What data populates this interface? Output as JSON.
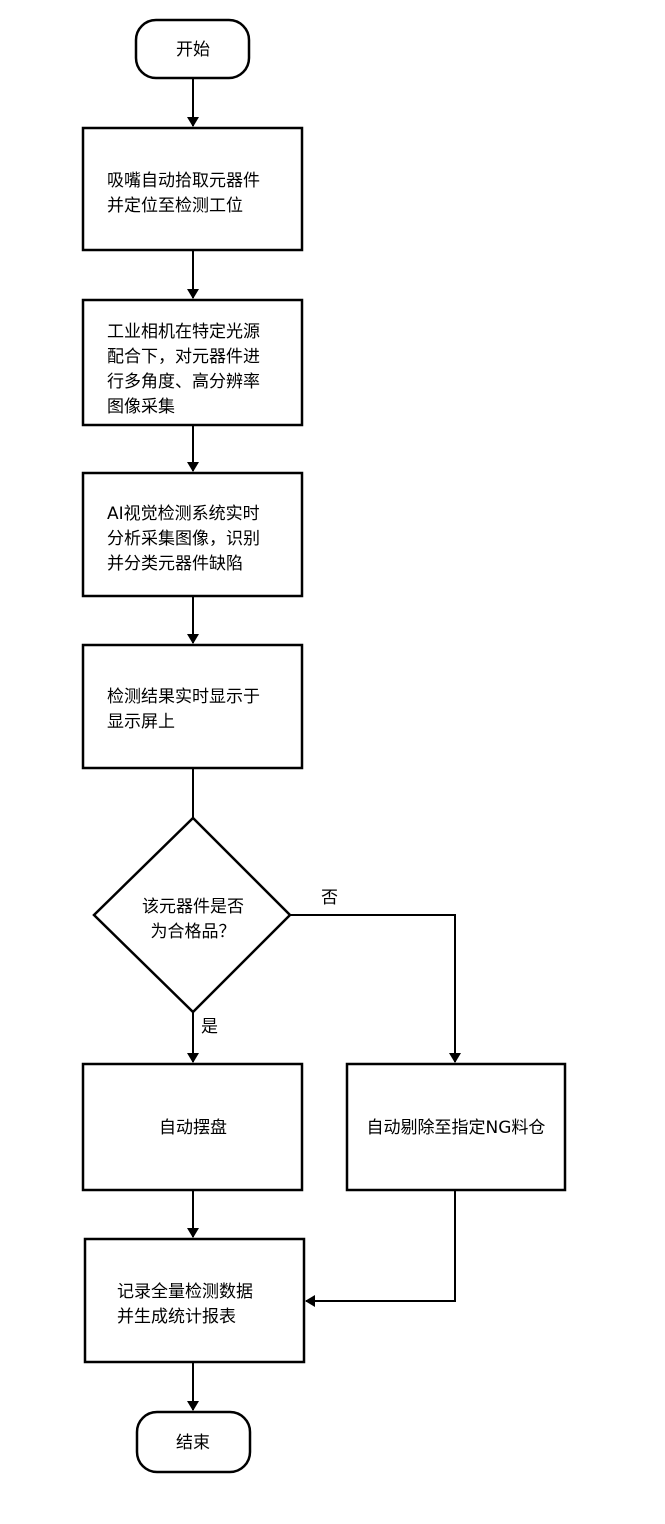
{
  "nodes": {
    "start": "开始",
    "pick": [
      "吸嘴自动拾取元器件",
      "并定位至检测工位"
    ],
    "capture": [
      "工业相机在特定光源",
      "配合下，对元器件进",
      "行多角度、高分辨率",
      "图像采集"
    ],
    "analyze": [
      "AI视觉检测系统实时",
      "分析采集图像，识别",
      "并分类元器件缺陷"
    ],
    "display": [
      "检测结果实时显示于",
      "显示屏上"
    ],
    "decision": [
      "该元器件是否",
      "为合格品？"
    ],
    "tray": "自动摆盘",
    "reject": "自动剔除至指定NG料仓",
    "record": [
      "记录全量检测数据",
      "并生成统计报表"
    ],
    "end": "结束"
  },
  "edges": {
    "yes_label": "是",
    "no_label": "否"
  }
}
